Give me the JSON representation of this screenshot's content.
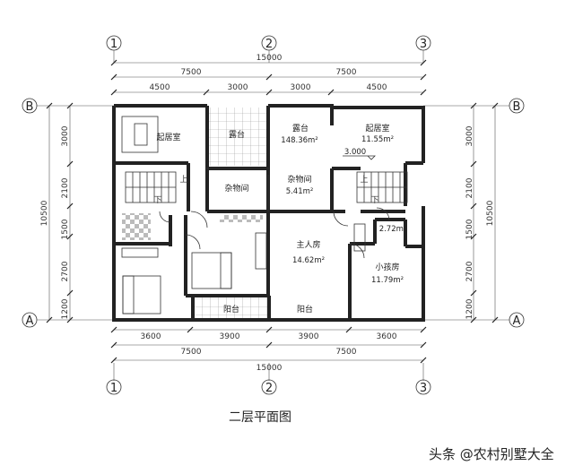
{
  "title": "二层平面图",
  "watermark": "头条 @农村别墅大全",
  "axes": {
    "col": [
      "1",
      "2",
      "3"
    ],
    "row": [
      "B",
      "A"
    ]
  },
  "dims": {
    "total": "15000",
    "half": [
      "7500",
      "7500"
    ],
    "top_segments": [
      "4500",
      "3000",
      "3000",
      "4500"
    ],
    "bottom_segments": [
      "3600",
      "3900",
      "3900",
      "3600"
    ],
    "side_segments": [
      "3000",
      "2100",
      "1500",
      "2700",
      "1200"
    ],
    "side_total": "10500"
  },
  "rooms": {
    "living_left": "起居室",
    "terrace_left": "露台",
    "terrace_right": "露台",
    "terrace_right_area": "148.36m²",
    "living_right": "起居室",
    "living_right_area": "11.55m²",
    "level": "3.000",
    "storage_left": "杂物间",
    "storage_right": "杂物间",
    "storage_right_area": "5.41m²",
    "bath_right_area": "2.72m²",
    "master": "主人房",
    "master_area": "14.62m²",
    "kids": "小孩房",
    "kids_area": "11.79m²",
    "balcony_left": "阳台",
    "balcony_right": "阳台",
    "stair_up": "上",
    "stair_down": "下"
  }
}
